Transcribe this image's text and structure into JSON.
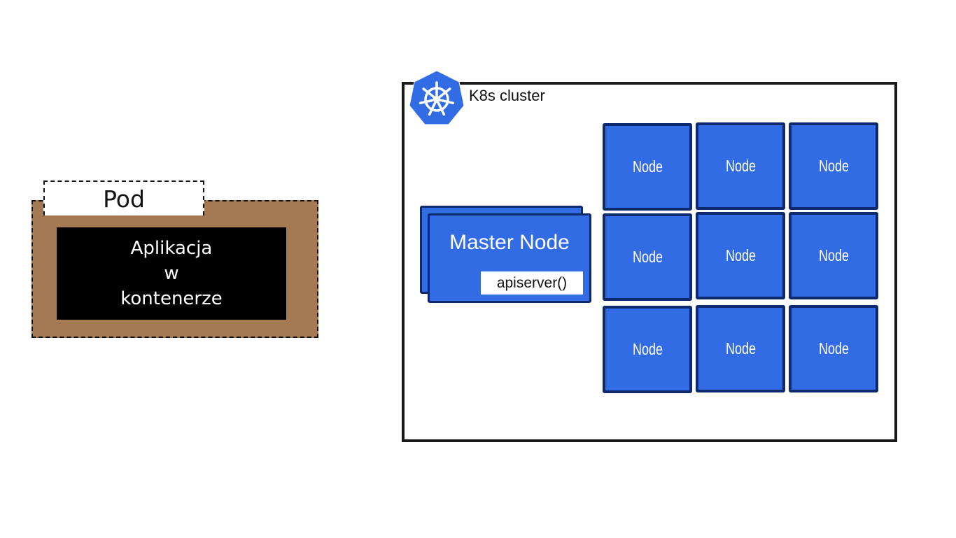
{
  "pod": {
    "label": "Pod",
    "container_lines": [
      "Aplikacja",
      "w",
      "kontenerze"
    ]
  },
  "cluster": {
    "label": "K8s cluster",
    "logo_icon": "kubernetes-helm-wheel-icon",
    "master": {
      "title": "Master Node",
      "apiserver_label": "apiserver()"
    },
    "nodes": [
      "Node",
      "Node",
      "Node",
      "Node",
      "Node",
      "Node",
      "Node",
      "Node",
      "Node"
    ]
  },
  "colors": {
    "pod_brown": "#a57a52",
    "k8s_blue": "#326ce5",
    "node_border": "#0d2a6e",
    "container_black": "#000000"
  }
}
